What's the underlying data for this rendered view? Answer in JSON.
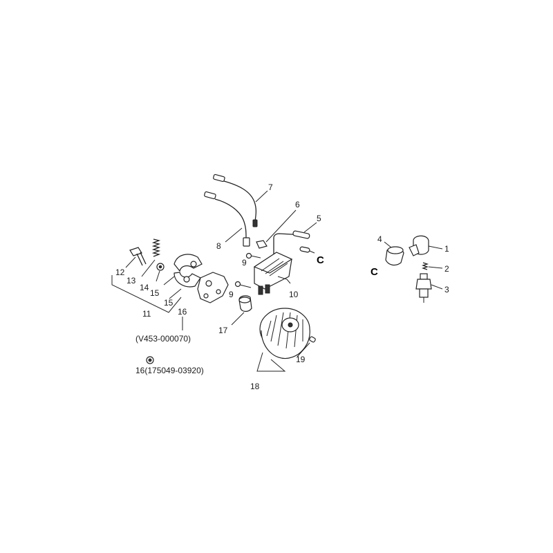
{
  "labels": {
    "p1": "1",
    "p2": "2",
    "p3": "3",
    "p4": "4",
    "p5": "5",
    "p6": "6",
    "p7": "7",
    "p8": "8",
    "p9a": "9",
    "p9b": "9",
    "p10": "10",
    "p11": "11",
    "p12": "12",
    "p13": "13",
    "p14": "14",
    "p15a": "15",
    "p15b": "15",
    "p16": "16",
    "p17": "17",
    "p18": "18",
    "p19": "19",
    "ref_c_left": "C",
    "ref_c_right": "C",
    "code_assembly": "(V453-000070)",
    "code_washer": "16(175049-03920)"
  }
}
